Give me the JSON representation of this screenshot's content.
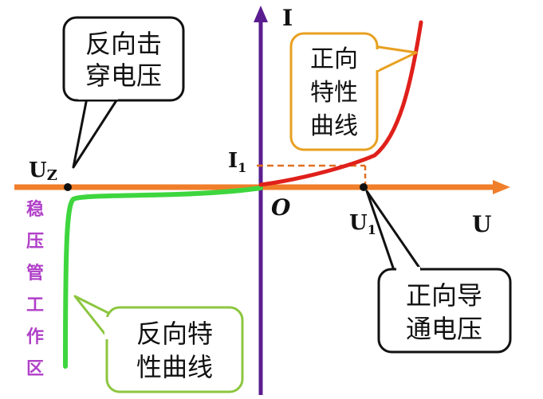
{
  "axes": {
    "y_label": "I",
    "x_label": "U",
    "origin_label": "O",
    "i1_main": "I",
    "i1_sub": "1",
    "u1_main": "U",
    "u1_sub": "1",
    "uz_main": "U",
    "uz_sub": "Z"
  },
  "callouts": {
    "reverse_breakdown": [
      "反向击",
      "穿电压"
    ],
    "forward_curve": [
      "正向",
      "特性",
      "曲线"
    ],
    "forward_conduction": [
      "正向导",
      "通电压"
    ],
    "reverse_curve": [
      "反向特",
      "性曲线"
    ]
  },
  "side_label": [
    "稳",
    "压",
    "管",
    "工",
    "作",
    "区"
  ],
  "colors": {
    "x_axis": "#f07e2a",
    "y_axis": "#5a1d8f",
    "forward_curve": "#e0201a",
    "reverse_curve": "#3ed63e",
    "breakdown_box": "#111111",
    "forward_curve_box": "#e8a020",
    "forward_conduction_box": "#111111",
    "reverse_curve_box": "#8cc63f",
    "side_label": "#b040c8"
  }
}
